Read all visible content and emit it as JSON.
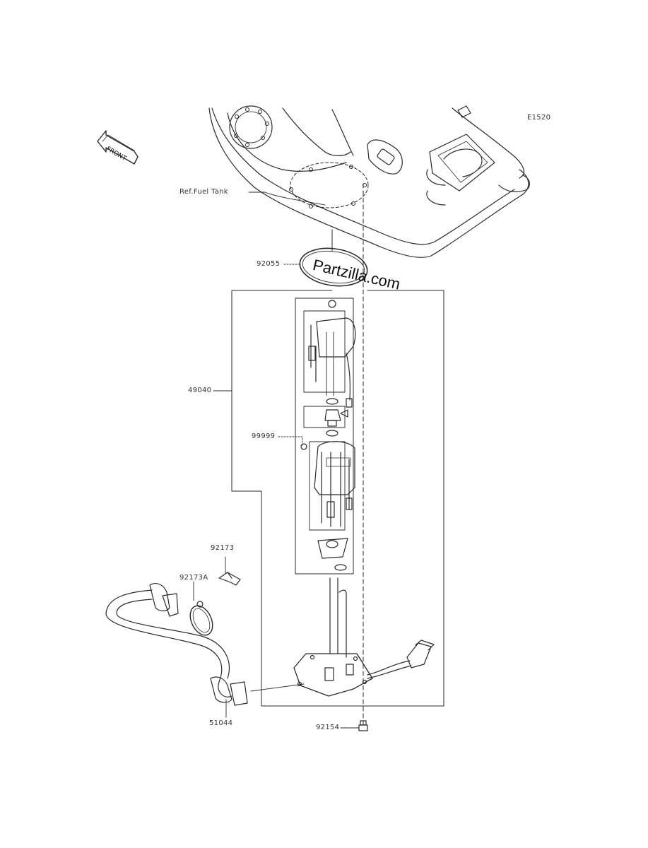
{
  "diagram_code": "E1520",
  "front_label": "FRONT",
  "reference_label": "Ref.Fuel Tank",
  "watermark": "Partzilla.com",
  "parts": [
    {
      "id": "p92055",
      "number": "92055"
    },
    {
      "id": "p49040",
      "number": "49040"
    },
    {
      "id": "p99999",
      "number": "99999"
    },
    {
      "id": "p92173",
      "number": "92173"
    },
    {
      "id": "p92173A",
      "number": "92173A"
    },
    {
      "id": "p51044",
      "number": "51044"
    },
    {
      "id": "p92154",
      "number": "92154"
    }
  ],
  "colors": {
    "line": "#2a2a2a",
    "background": "#ffffff"
  }
}
